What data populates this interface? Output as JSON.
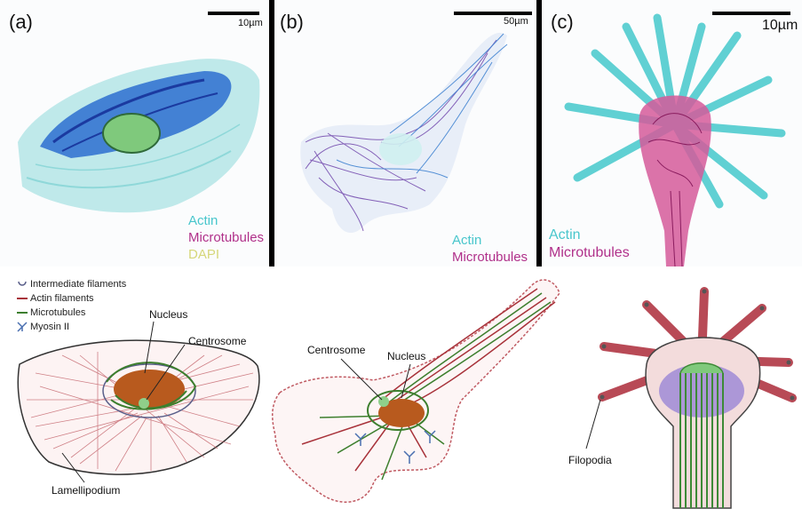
{
  "panels": [
    {
      "label": "(a)",
      "scale": "10µm",
      "channels": [
        "Actin",
        "Microtubules",
        "DAPI"
      ]
    },
    {
      "label": "(b)",
      "scale": "50µm",
      "channels": [
        "Actin",
        "Microtubules"
      ]
    },
    {
      "label": "(c)",
      "scale": "10µm",
      "channels": [
        "Actin",
        "Microtubules"
      ]
    }
  ],
  "legend": {
    "intermediate": "Intermediate filaments",
    "actin": "Actin filaments",
    "microtubules": "Microtubules",
    "myosin": "Myosin II"
  },
  "callouts": {
    "nucleus_a": "Nucleus",
    "centrosome_a": "Centrosome",
    "lamellipodium": "Lamellipodium",
    "centrosome_b": "Centrosome",
    "nucleus_b": "Nucleus",
    "filopodia": "Filopodia"
  },
  "colors": {
    "actin_stain": "#3fc4c9",
    "microtubule_stain": "#b0308a",
    "dapi": "#d6d77a",
    "actin_filament": "#a8323a",
    "microtubule": "#3d7f2e",
    "nucleus": "#b85a1e",
    "intermediate": "#5a5f8a"
  }
}
